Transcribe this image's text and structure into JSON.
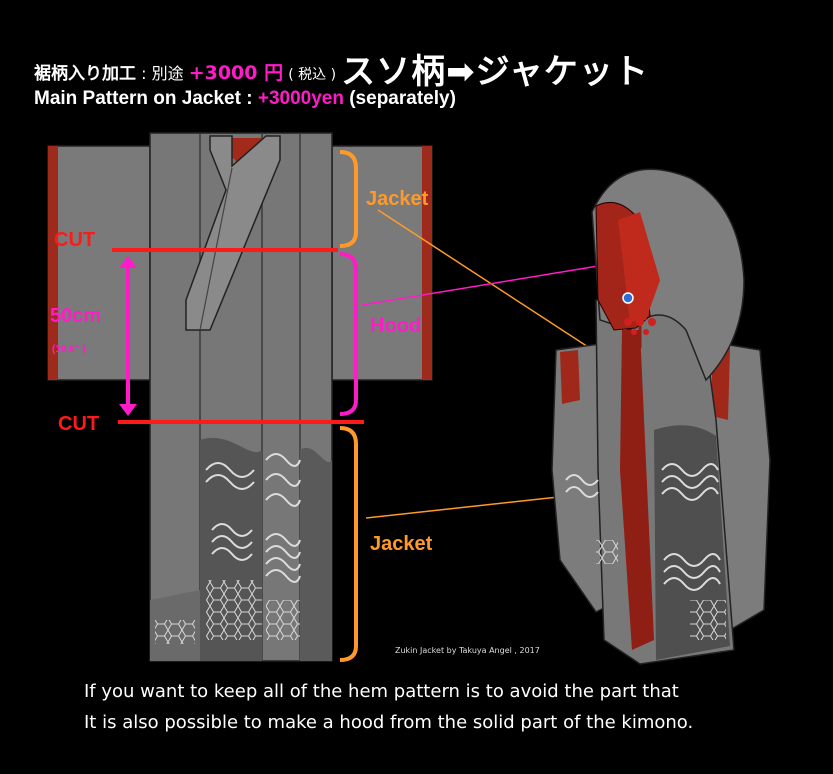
{
  "header": {
    "jp_title": "裾柄入り加工",
    "jp_colon": ":",
    "jp_separately": "別途",
    "jp_price": "+3000 円",
    "jp_tax": "( 税込 )",
    "jp_headline": "スソ柄➡ジャケット",
    "en_title": "Main Pattern on Jacket : ",
    "en_price": "+3000yen",
    "en_note": " (separately)"
  },
  "diagram": {
    "cut_top": "CUT",
    "cut_bottom": "CUT",
    "length": "50cm",
    "length_inches": "(19.6\" )",
    "label_jacket_top": "Jacket",
    "label_hood": "Hood",
    "label_jacket_bottom": "Jacket"
  },
  "credit": "Zukin Jacket by Takuya Angel , 2017",
  "footer": {
    "line1": "If you want to keep all of the hem pattern is to avoid the part that",
    "line2": "It is also possible to make a hood from the solid part of the kimono."
  },
  "colors": {
    "background": "#000000",
    "cut_line": "#ff1a1a",
    "orange": "#ff9a2a",
    "pink": "#ff1cc8",
    "kimono_gray": "#7a7a7a",
    "lining_red": "#b01a10"
  }
}
